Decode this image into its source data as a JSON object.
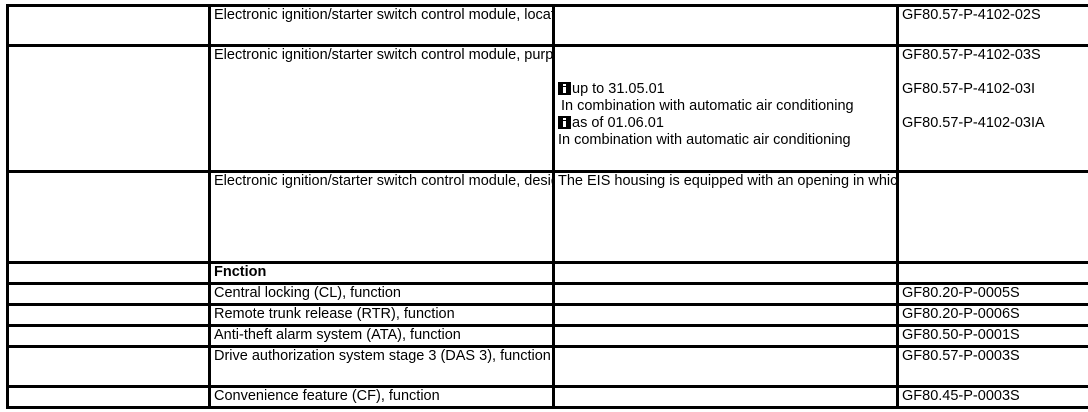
{
  "document": {
    "type": "technical-specification-table",
    "columns": 4
  },
  "rows": [
    {
      "id": "location",
      "col0": "",
      "col1": "Electronic ignition/starter switch control module, location",
      "col2": "",
      "col3_codes": [
        "GF80.57-P-4102-02S"
      ]
    },
    {
      "id": "purpose",
      "col0": "",
      "col1": "Electronic ignition/starter switch control module, purpose",
      "notes": [
        {
          "icon": "info-icon",
          "text": "up to 31.05.01"
        },
        {
          "icon": "",
          "text": "In combination with automatic air conditioning"
        },
        {
          "icon": "info-icon",
          "text": "as of 01.06.01"
        },
        {
          "icon": "",
          "text": "In combination with automatic air conditioning"
        }
      ],
      "col3_codes": [
        "GF80.57-P-4102-03S",
        "GF80.57-P-4102-03I",
        "GF80.57-P-4102-03IA"
      ]
    },
    {
      "id": "design",
      "col0": "",
      "col1": "Electronic ignition/starter switch control module, design",
      "col2": "The EIS housing is equipped with an opening in which the remote control key is inserted.An infrared transmitter/receiver in the opening allows data exchange with the remote control key.",
      "col3_codes": []
    },
    {
      "id": "function-header",
      "col0": "",
      "col1": "Fnction",
      "bold": true,
      "col2": "",
      "col3_codes": []
    },
    {
      "id": "central-locking",
      "col0": "",
      "col1": "Central locking (CL), function",
      "col2": "",
      "col3_codes": [
        "GF80.20-P-0005S"
      ]
    },
    {
      "id": "remote-trunk-release",
      "col0": "",
      "col1": "Remote trunk release (RTR), function",
      "col2": "",
      "col3_codes": [
        "GF80.20-P-0006S"
      ]
    },
    {
      "id": "anti-theft-alarm",
      "col0": "",
      "col1": "Anti-theft alarm system (ATA), function",
      "col2": "",
      "col3_codes": [
        "GF80.50-P-0001S"
      ]
    },
    {
      "id": "drive-authorization",
      "col0": "",
      "col1": "Drive authorization system stage 3 (DAS 3), function",
      "col2": "",
      "col3_codes": [
        "GF80.57-P-0003S"
      ]
    },
    {
      "id": "convenience-feature",
      "col0": "",
      "col1": "Convenience feature (CF), function",
      "col2": "",
      "col3_codes": [
        "GF80.45-P-0003S"
      ]
    }
  ],
  "colors": {
    "border": "#000000",
    "text": "#000000",
    "background": "#ffffff"
  }
}
